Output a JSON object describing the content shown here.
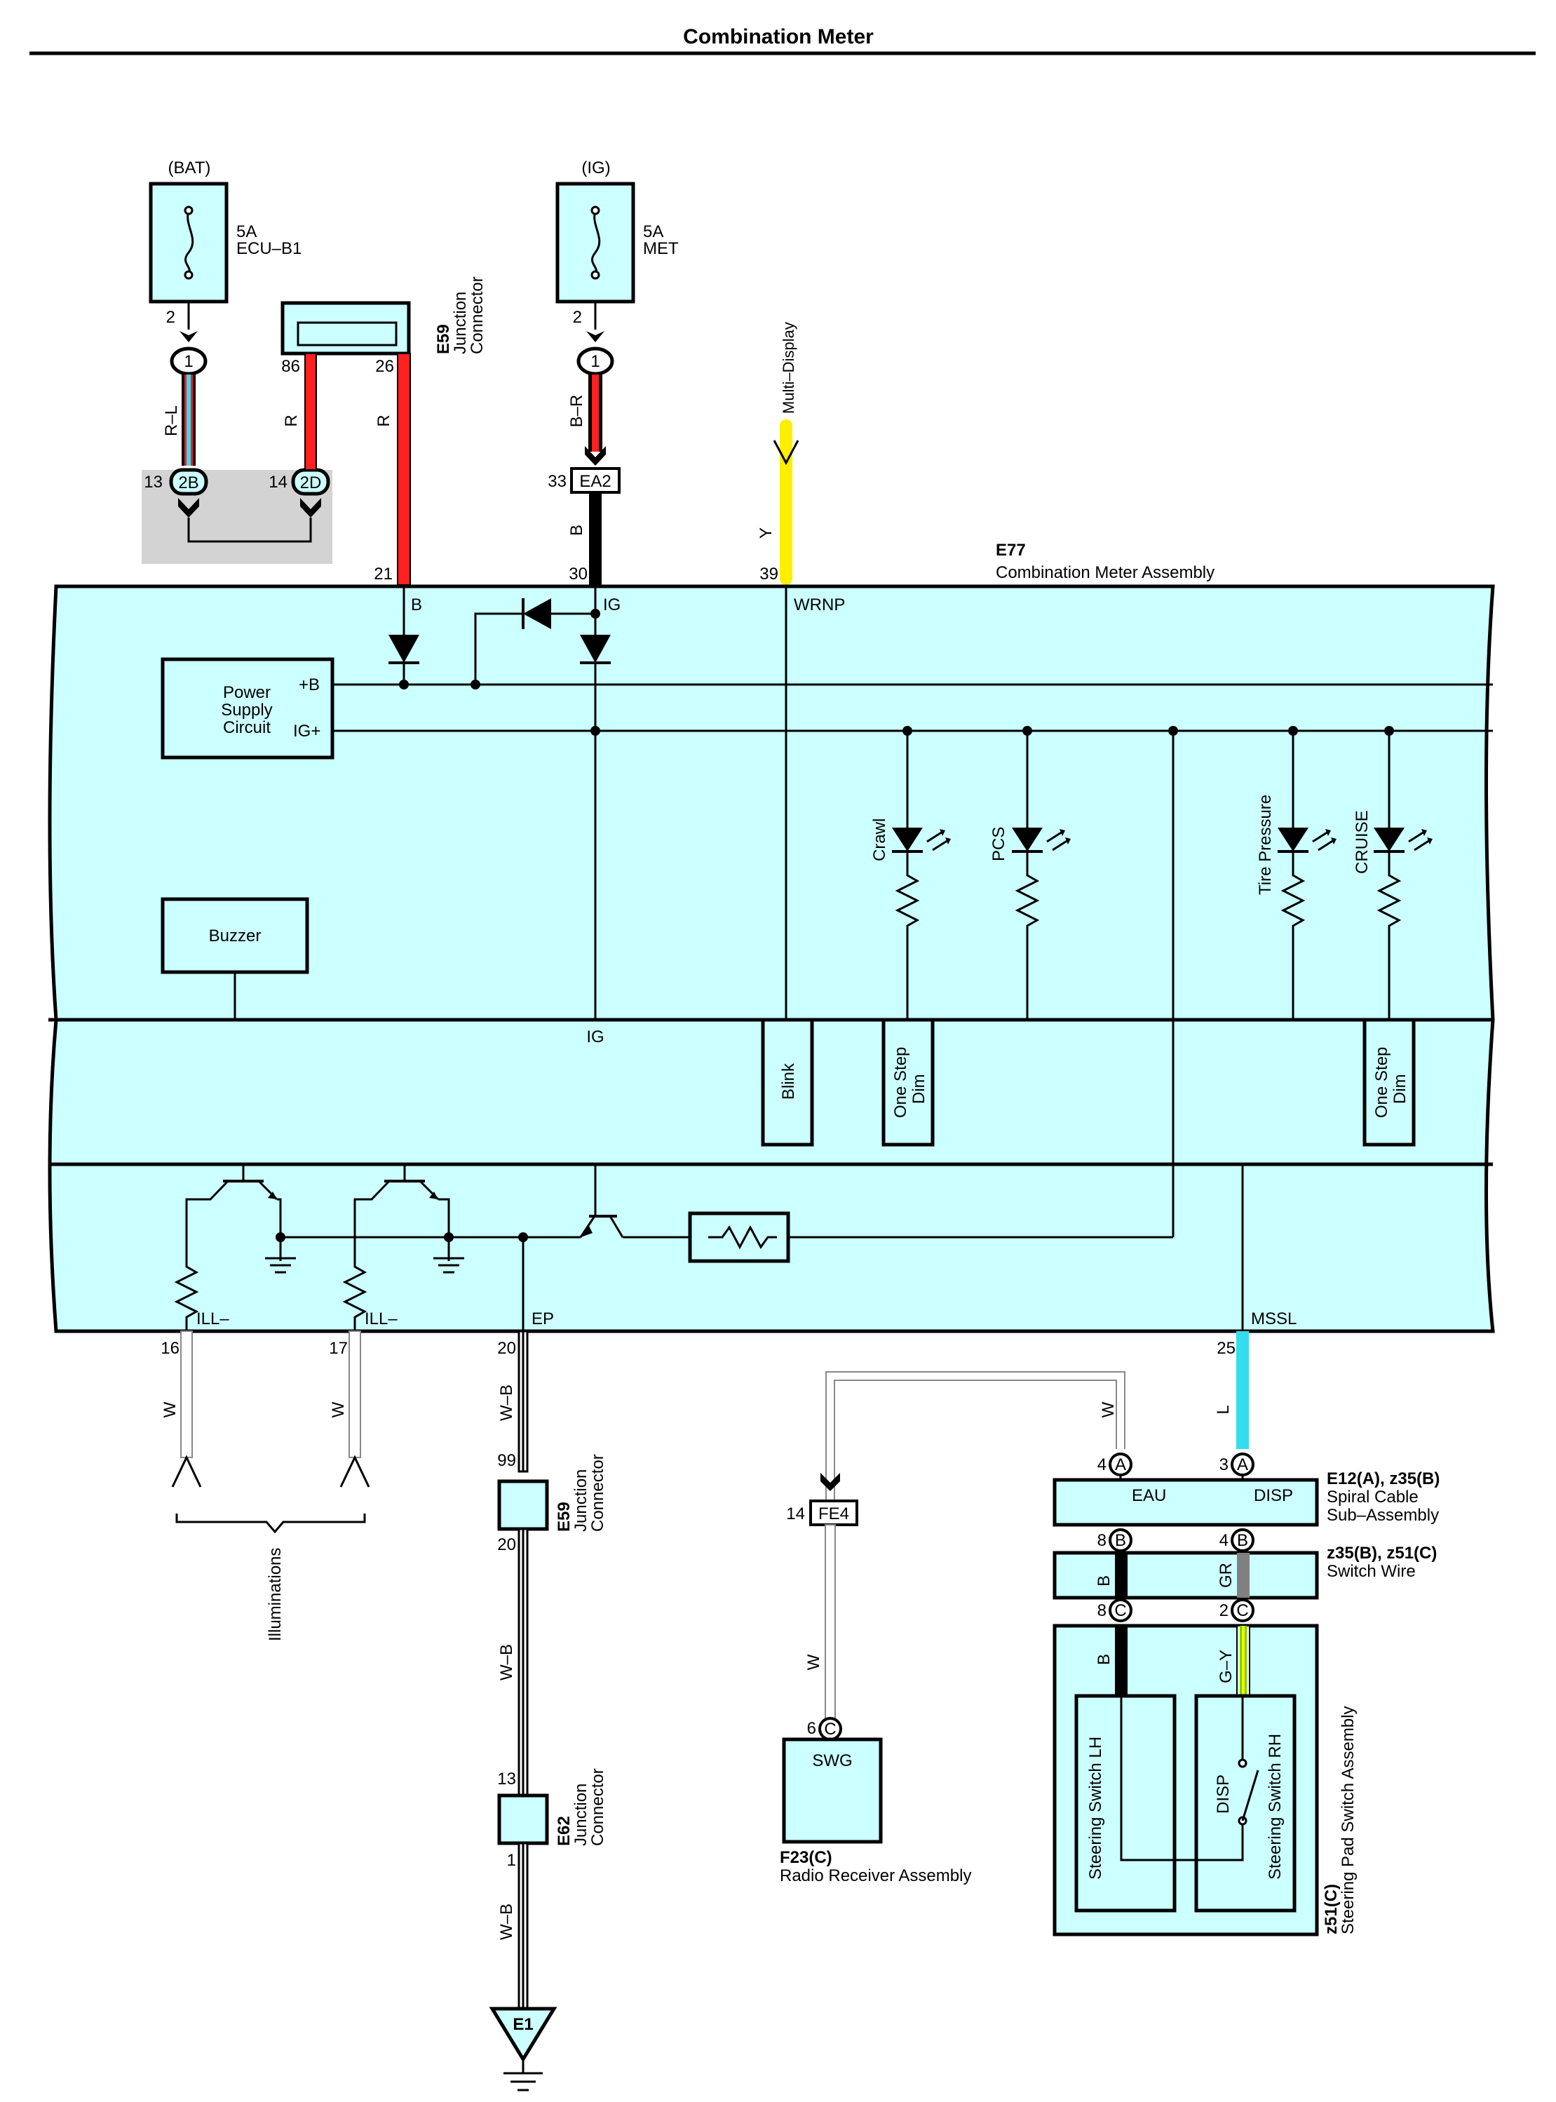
{
  "title": "Combination Meter",
  "colors": {
    "component_fill": "#ccffff",
    "wire_red": "#ff2020",
    "wire_black": "#000000",
    "wire_yellow": "#ffee00",
    "wire_blue": "#33ddee",
    "wire_white": "#ffffff",
    "wire_gray": "#808080",
    "wire_green": "#66dd00",
    "shade": "#d3d3d3"
  },
  "fuses": [
    {
      "source": "(BAT)",
      "rating": "5A",
      "name": "ECU–B1"
    },
    {
      "source": "(IG)",
      "rating": "5A",
      "name": "MET"
    }
  ],
  "junction_connectors": {
    "e59_top": {
      "id": "E59",
      "name": "Junction Connector",
      "pins": [
        "86",
        "26"
      ]
    },
    "e59_lower": {
      "id": "E59",
      "name": "Junction Connector",
      "pins": [
        "99",
        "20"
      ]
    },
    "e62": {
      "id": "E62",
      "name": "Junction Connector",
      "pins": [
        "13",
        "1"
      ]
    }
  },
  "connectors": {
    "c2b": {
      "label": "2B",
      "pin": "13"
    },
    "c2d": {
      "label": "2D",
      "pin": "14"
    },
    "ea2": {
      "label": "EA2",
      "pin": "33"
    },
    "fe4": {
      "label": "FE4",
      "pin": "14"
    },
    "bat_pin": "2",
    "ig_pin": "2",
    "oval": "1"
  },
  "wires": {
    "bat": "R–L",
    "r86": "R",
    "r26": "R",
    "ig": "B–R",
    "ea2_b": "B",
    "multi": "Y",
    "multi_dest": "Multi–Display",
    "ill16": "W",
    "ill17": "W",
    "ep_top": "W–B",
    "ep_mid": "W–B",
    "ep_bot": "W–B",
    "mssl": "L",
    "eau": "W",
    "fe4_w": "W",
    "b_mid": "B",
    "gr": "GR",
    "b_low": "B",
    "gy": "G–Y"
  },
  "meter": {
    "id": "E77",
    "name": "Combination Meter Assembly",
    "pins": {
      "b": "21",
      "ig": "30",
      "wrnp": "39",
      "ill1": "16",
      "ill2": "17",
      "ep": "20",
      "mssl": "25"
    },
    "terminals": {
      "b": "B",
      "ig": "IG",
      "wrnp": "WRNP",
      "plus_b": "+B",
      "ig_plus": "IG+",
      "ill1": "ILL–",
      "ill2": "ILL–",
      "ep": "EP",
      "mssl": "MSSL"
    },
    "power_supply": "Power Supply Circuit",
    "buzzer": "Buzzer",
    "indicators": [
      "Crawl",
      "PCS",
      "Tire Pressure",
      "CRUISE"
    ],
    "blink": "Blink",
    "dim1": "One Step Dim",
    "dim2": "One Step Dim"
  },
  "illuminations": "Illuminations",
  "ground": "E1",
  "spiral_cable": {
    "id": "E12(A), z35(B)",
    "name": "Spiral Cable Sub–Assembly",
    "eau": "EAU",
    "disp": "DISP",
    "pin_eau": "4",
    "pin_disp": "3",
    "conn": "A"
  },
  "switch_wire": {
    "id": "z35(B), z51(C)",
    "name": "Switch Wire",
    "pin_b_left": "8",
    "pin_b_right": "4",
    "conn_b": "B",
    "pin_c_left": "8",
    "pin_c_right": "2",
    "conn_c": "C"
  },
  "steering_pad": {
    "id": "z51(C)",
    "name": "Steering Pad Switch Assembly",
    "lh": "Steering Switch LH",
    "rh": "Steering Switch RH",
    "disp": "DISP"
  },
  "radio": {
    "id": "F23(C)",
    "name": "Radio Receiver Assembly",
    "terminal": "SWG",
    "pin": "6",
    "conn": "C"
  }
}
